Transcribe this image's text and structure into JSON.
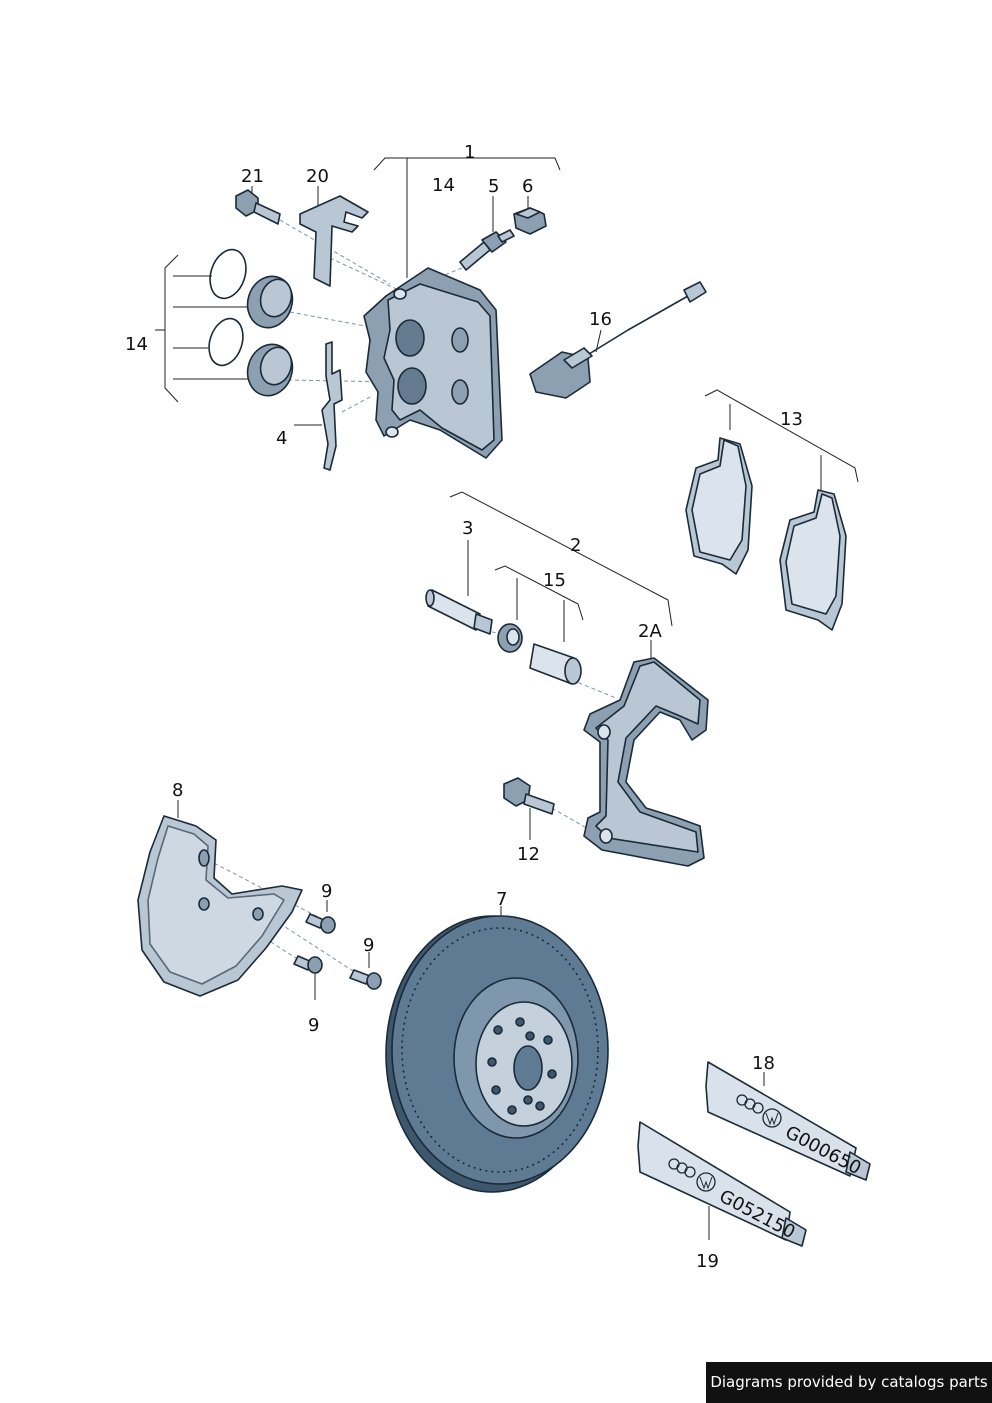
{
  "labels": {
    "l1": "1",
    "l2": "2",
    "l2a": "2A",
    "l3": "3",
    "l4": "4",
    "l5": "5",
    "l6": "6",
    "l7": "7",
    "l8": "8",
    "l9a": "9",
    "l9b": "9",
    "l9c": "9",
    "l12": "12",
    "l13": "13",
    "l14a": "14",
    "l14b": "14",
    "l15": "15",
    "l16": "16",
    "l18": "18",
    "l19": "19",
    "l20": "20",
    "l21": "21"
  },
  "tubes": {
    "t18": "G000650",
    "t19": "G052150"
  },
  "footer": {
    "text": "Diagrams provided by catalogs parts"
  },
  "colors": {
    "metal": "#b9c7d4",
    "metal_dark": "#647b90",
    "disc": "#5f7b93"
  }
}
